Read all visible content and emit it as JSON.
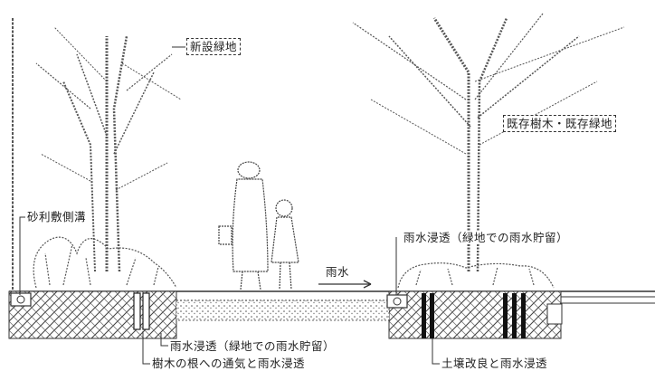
{
  "labels": {
    "new_green": "新設緑地",
    "existing_trees": "既存樹木・既存緑地",
    "gravel_gutter": "砂利敷側溝",
    "infiltration_right": "雨水浸透（緑地での雨水貯留）",
    "rainwater": "雨水",
    "infiltration_left": "雨水浸透（緑地での雨水貯留）",
    "root_aeration": "樹木の根への通気と雨水浸透",
    "soil_improvement": "土壌改良と雨水浸透"
  },
  "colors": {
    "ink": "#333333",
    "paper": "#ffffff"
  }
}
